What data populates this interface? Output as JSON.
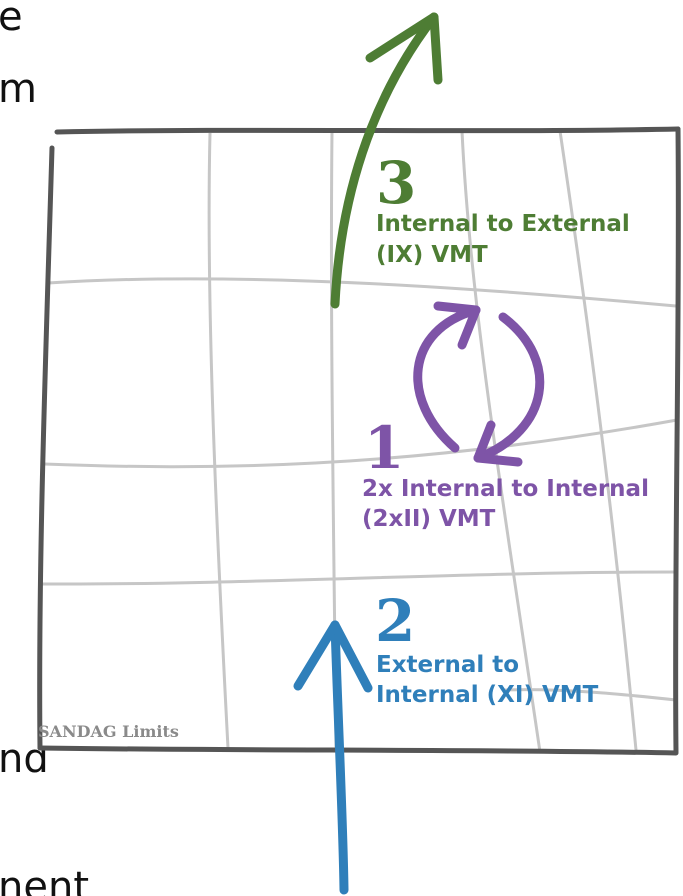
{
  "background_text": {
    "frag_top_1": "e",
    "frag_top_2": "m",
    "frag_bottom_1": "nd",
    "frag_bottom_2": "nent"
  },
  "map": {
    "caption": "SANDAG Limits"
  },
  "flows": [
    {
      "id": "ix",
      "number": "3",
      "lines": [
        "Internal to External",
        "(IX) VMT"
      ],
      "color": "#4e7d34"
    },
    {
      "id": "ii",
      "number": "1",
      "lines": [
        "2x Internal to Internal",
        "(2xII) VMT"
      ],
      "color": "#7e54a7"
    },
    {
      "id": "xi",
      "number": "2",
      "lines": [
        "External to",
        "Internal (XI) VMT"
      ],
      "color": "#2f7fba"
    }
  ],
  "colors": {
    "frame": "#555555",
    "grid": "#c4c4c4",
    "ix": "#4e7d34",
    "ii": "#7e54a7",
    "xi": "#2f7fba"
  }
}
